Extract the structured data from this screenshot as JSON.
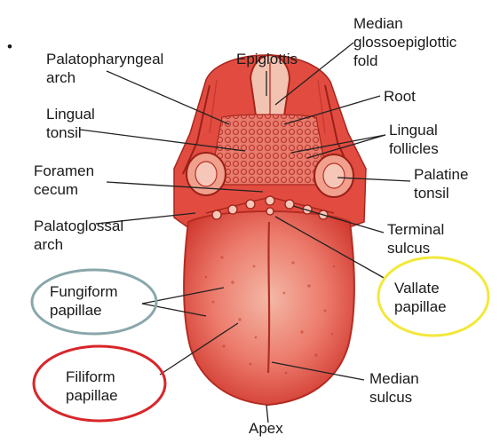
{
  "labels": {
    "palatopharyngeal_arch": [
      "Palatopharyngeal",
      "arch"
    ],
    "epiglottis": [
      "Epiglottis"
    ],
    "median_glossoepiglottic_fold": [
      "Median",
      "glossoepiglottic",
      "fold"
    ],
    "root": [
      "Root"
    ],
    "lingual_tonsil": [
      "Lingual",
      "tonsil"
    ],
    "lingual_follicles": [
      "Lingual",
      "follicles"
    ],
    "foramen_cecum": [
      "Foramen",
      "cecum"
    ],
    "palatine_tonsil": [
      "Palatine",
      "tonsil"
    ],
    "palatoglossal_arch": [
      "Palatoglossal",
      "arch"
    ],
    "terminal_sulcus": [
      "Terminal",
      "sulcus"
    ],
    "fungiform_papillae": [
      "Fungiform",
      "papillae"
    ],
    "vallate_papillae": [
      "Vallate",
      "papillae"
    ],
    "filiform_papillae": [
      "Filiform",
      "papillae"
    ],
    "median_sulcus": [
      "Median",
      "sulcus"
    ],
    "apex": [
      "Apex"
    ]
  },
  "colors": {
    "tongue_fill": "#e8554e",
    "tongue_light": "#f2a38f",
    "tongue_dark": "#b82a22",
    "highlight_fungiform": "#8aa7ab",
    "highlight_vallate": "#f2e83a",
    "highlight_filiform": "#d8262a",
    "leader_line": "#222222"
  }
}
